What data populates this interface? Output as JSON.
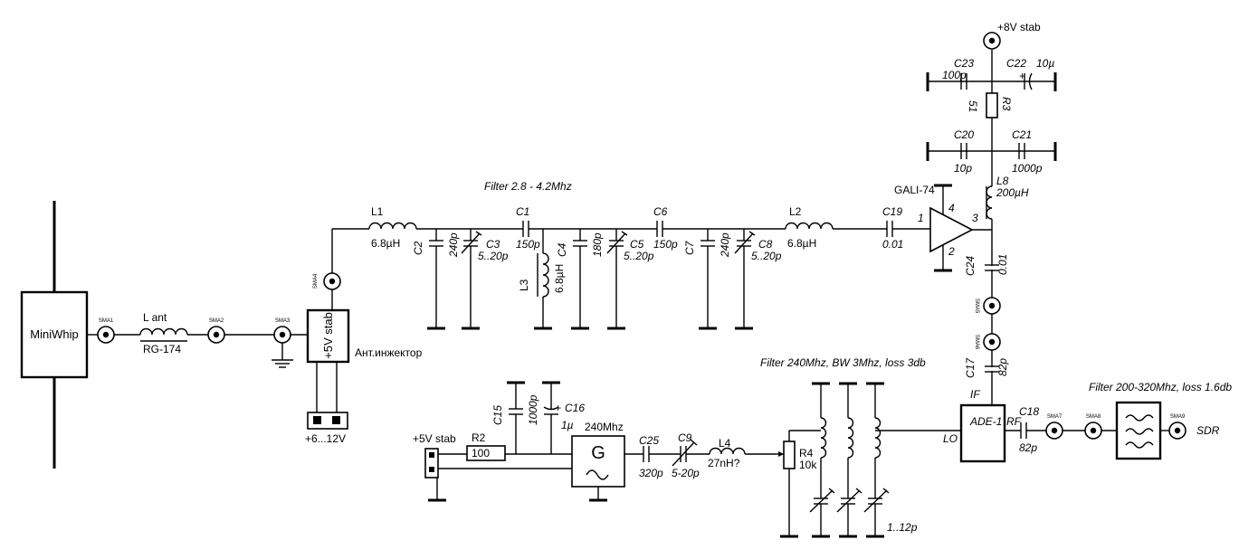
{
  "blocks": {
    "miniwhip": "MiniWhip",
    "injector_box": "+5V stab",
    "injector_label": "Ант.инжектор",
    "generator": "G",
    "generator_freq": "240Mhz",
    "mixer": "ADE-1",
    "amp": "GALI-74"
  },
  "cable": {
    "name": "L ant",
    "type": "RG-174"
  },
  "power": {
    "top": "+8V stab",
    "injector": "+6...12V",
    "osc": "+5V stab"
  },
  "connectors": [
    "SMA1",
    "SMA2",
    "SMA3",
    "SMA4",
    "SMA5",
    "SMA6",
    "SMA7",
    "SMA8",
    "SMA9"
  ],
  "filters": {
    "f1": "Filter 2.8 - 4.2Mhz",
    "f2": "Filter 240Mhz, BW 3Mhz, loss 3db",
    "f3": "Filter 200-320Mhz, loss 1.6db"
  },
  "ports": {
    "if": "IF",
    "rf": "RF",
    "lo": "LO",
    "sdr": "SDR",
    "amp_in": "1",
    "amp_out": "3",
    "amp_p4": "4",
    "amp_p2": "2"
  },
  "components": {
    "L1": {
      "ref": "L1",
      "val": "6.8µH"
    },
    "L2": {
      "ref": "L2",
      "val": "6.8µH"
    },
    "L3": {
      "ref": "L3",
      "val": "6.8µH"
    },
    "L4": {
      "ref": "L4",
      "val": "27nH?"
    },
    "L8": {
      "ref": "L8",
      "val": "200µH"
    },
    "C1": {
      "ref": "C1",
      "val": "150p"
    },
    "C2": {
      "ref": "C2",
      "val": "240p"
    },
    "C3": {
      "ref": "C3",
      "val": "5..20p"
    },
    "C4": {
      "ref": "C4",
      "val": "180p"
    },
    "C5": {
      "ref": "C5",
      "val": "5..20p"
    },
    "C6": {
      "ref": "C6",
      "val": "150p"
    },
    "C7": {
      "ref": "C7",
      "val": "240p"
    },
    "C8": {
      "ref": "C8",
      "val": "5..20p"
    },
    "C9": {
      "ref": "C9",
      "val": "5-20p"
    },
    "C15": {
      "ref": "C15",
      "val": "1000p"
    },
    "C16": {
      "ref": "C16",
      "val": "1µ"
    },
    "C17": {
      "ref": "C17",
      "val": "82p"
    },
    "C18": {
      "ref": "C18",
      "val": "82p"
    },
    "C19": {
      "ref": "C19",
      "val": "0.01"
    },
    "C20": {
      "ref": "C20",
      "val": "10p"
    },
    "C21": {
      "ref": "C21",
      "val": "1000p"
    },
    "C22": {
      "ref": "C22",
      "val": "10µ"
    },
    "C23": {
      "ref": "C23",
      "val": "100p"
    },
    "C24": {
      "ref": "C24",
      "val": "0.01"
    },
    "C25": {
      "ref": "C25",
      "val": "320p"
    },
    "R2": {
      "ref": "R2",
      "val": "100"
    },
    "R3": {
      "ref": "R3",
      "val": "51"
    },
    "R4": {
      "ref": "R4",
      "val": "10k"
    },
    "trim_bank": "1..12p"
  }
}
